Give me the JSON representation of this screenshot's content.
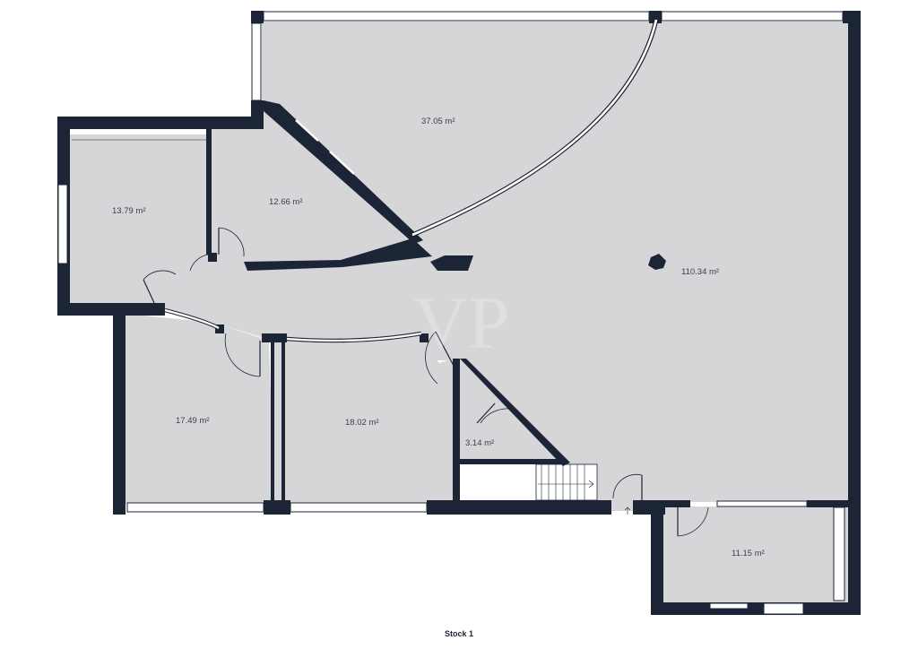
{
  "floor": {
    "label": "Stock 1"
  },
  "rooms": [
    {
      "id": "main-hall",
      "area": "110.34 m²"
    },
    {
      "id": "north-room",
      "area": "37.05 m²"
    },
    {
      "id": "west-room",
      "area": "13.79 m²"
    },
    {
      "id": "wedge-room",
      "area": "12.66 m²"
    },
    {
      "id": "southwest-room",
      "area": "17.49 m²"
    },
    {
      "id": "south-room",
      "area": "18.02 m²"
    },
    {
      "id": "triangle-room",
      "area": "3.14 m²"
    },
    {
      "id": "southeast-room",
      "area": "11.15 m²"
    }
  ],
  "watermark": {
    "text": "VP"
  },
  "colors": {
    "wall": "#1c2535",
    "floor": "#d6d6d8",
    "window": "#ffffff"
  }
}
